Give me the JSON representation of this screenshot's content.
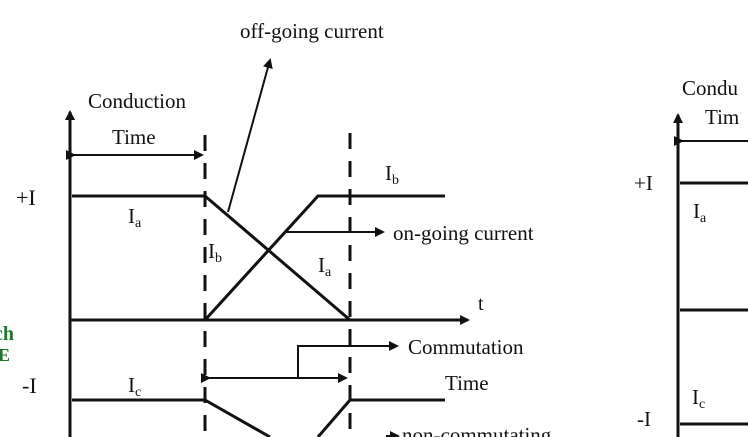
{
  "labels": {
    "off_going": "off-going current",
    "conduction_line1": "Conduction",
    "conduction_line2": "Time",
    "plus_i": "+I",
    "minus_i": "-I",
    "ia_top": "I",
    "ia_top_sub": "a",
    "ib_top_right": "I",
    "ib_top_right_sub": "b",
    "ib_mid": "I",
    "ib_mid_sub": "b",
    "ia_mid": "I",
    "ia_mid_sub": "a",
    "on_going": "on-going current",
    "t_axis": "t",
    "commutation_line1": "Commutation",
    "commutation_line2": "Time",
    "ic_bottom": "I",
    "ic_bottom_sub": "c",
    "non_commutating": "non-commutating",
    "right_conduction_partial": "Condu",
    "right_time_partial": "Tim",
    "right_plus_i": "+I",
    "right_ia": "I",
    "right_ia_sub": "a",
    "right_ic": "I",
    "right_ic_sub": "c",
    "right_minus_i": "-I"
  },
  "watermark": {
    "line1": "ch",
    "line2": "E",
    "color": "#1a7a2a"
  },
  "colors": {
    "ink": "#111111",
    "background": "#ffffff"
  }
}
